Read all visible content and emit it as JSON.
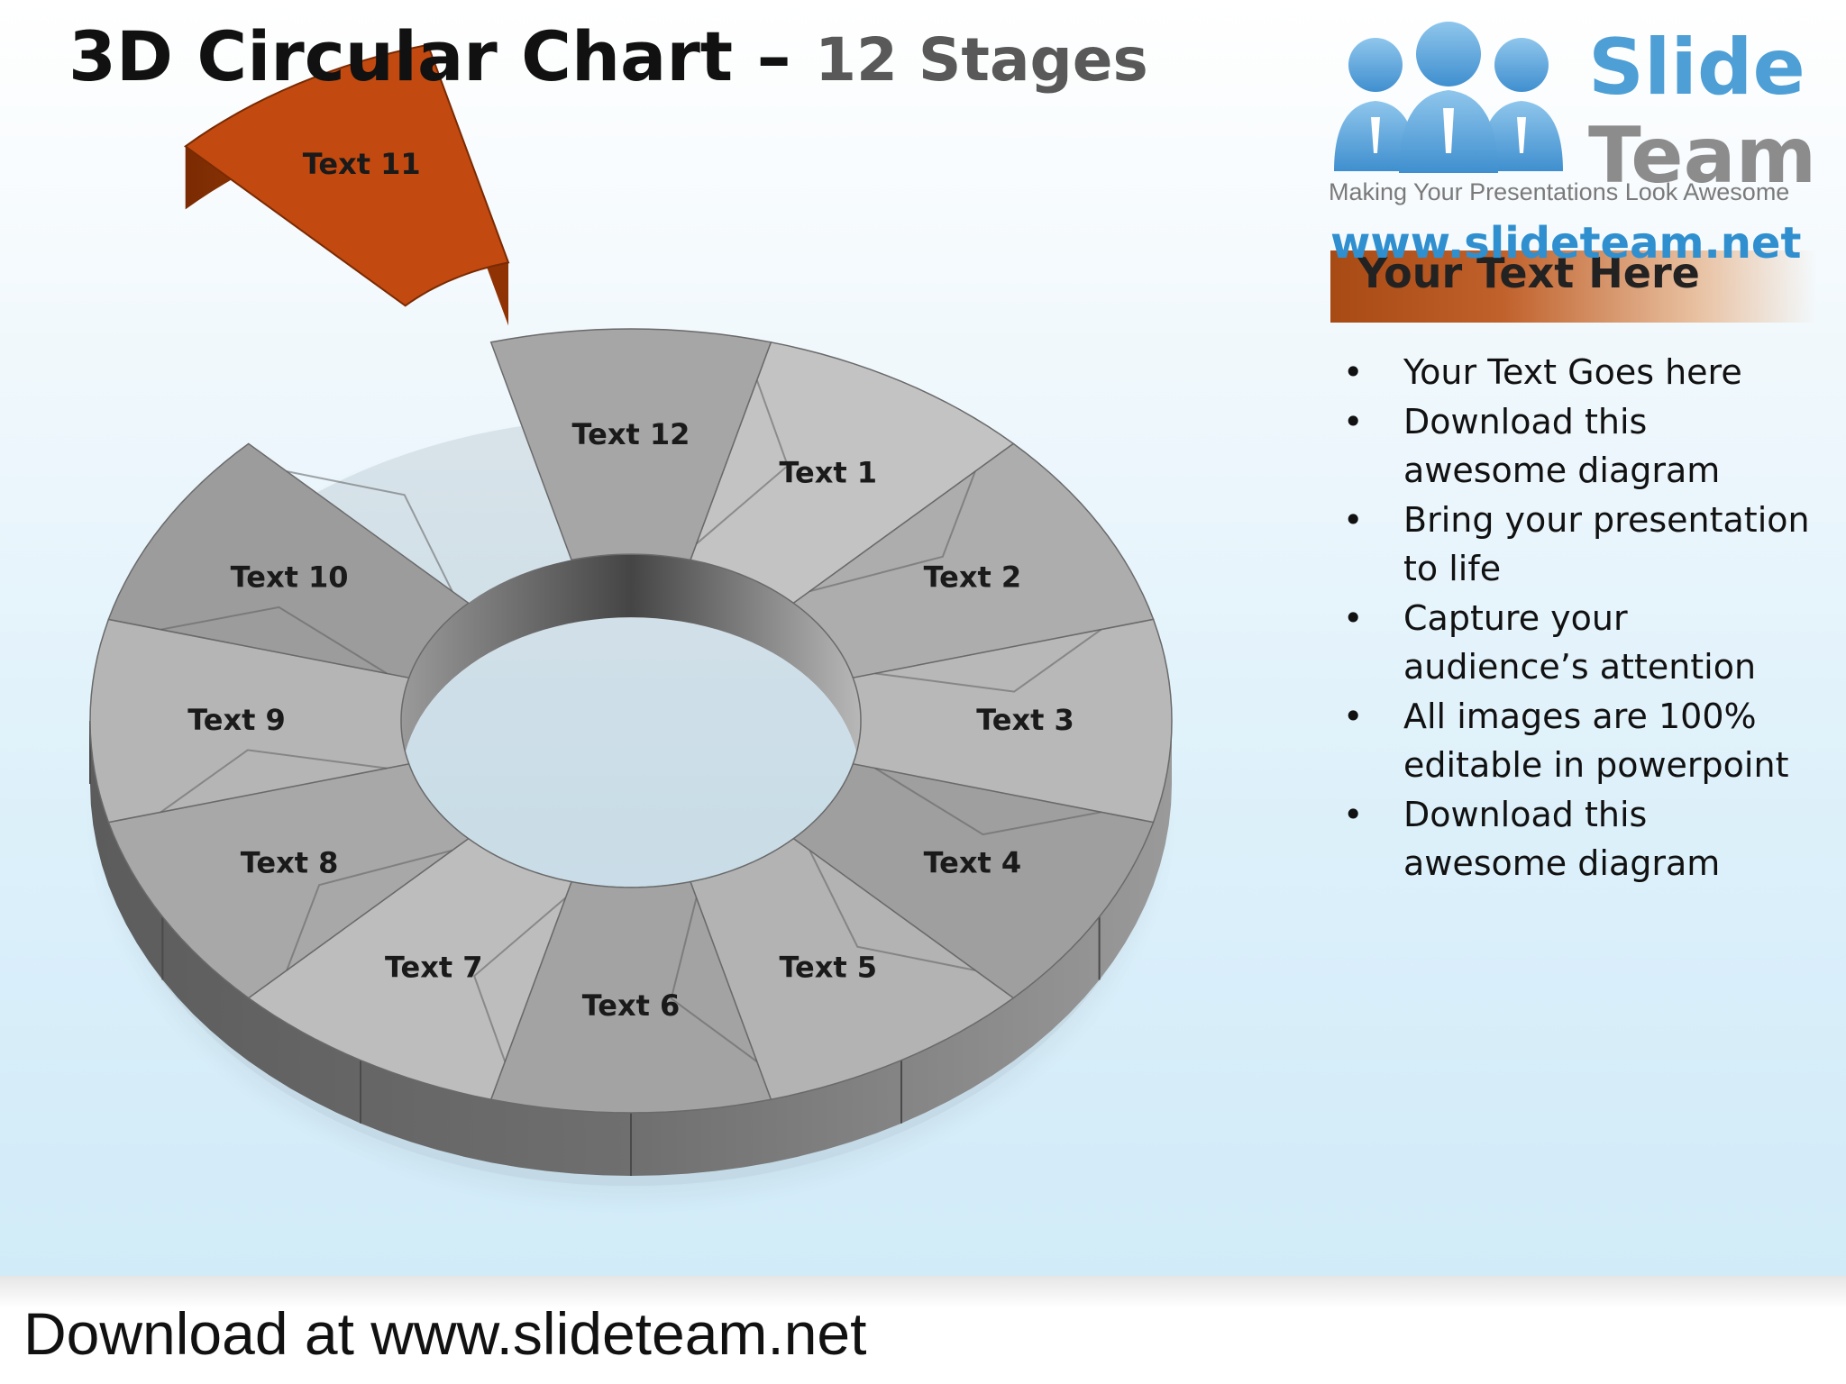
{
  "title": {
    "main": "3D Circular Chart –",
    "sub": "12 Stages"
  },
  "logo": {
    "word1": "Slide",
    "word2": "Team",
    "tagline": "Making Your Presentations Look Awesome",
    "url": "www.slideteam.net",
    "icon": "three-people-icon"
  },
  "panel": {
    "header": "Your Text Here",
    "bullet_glyph": "•",
    "bullets": [
      "Your Text Goes here",
      "Download this awesome diagram",
      "Bring your presentation to life",
      "Capture your audience’s attention",
      "All images are 100% editable in powerpoint",
      "Download this awesome diagram"
    ]
  },
  "diagram": {
    "highlighted_stage": "Text 11",
    "highlight_color": "#c24a10",
    "segment_color": "#8a8a8a",
    "stages": [
      "Text 1",
      "Text 2",
      "Text 3",
      "Text 4",
      "Text 5",
      "Text 6",
      "Text 7",
      "Text 8",
      "Text 9",
      "Text 10",
      "Text 11",
      "Text 12"
    ]
  },
  "footer": {
    "text": "Download at www.slideteam.net"
  }
}
